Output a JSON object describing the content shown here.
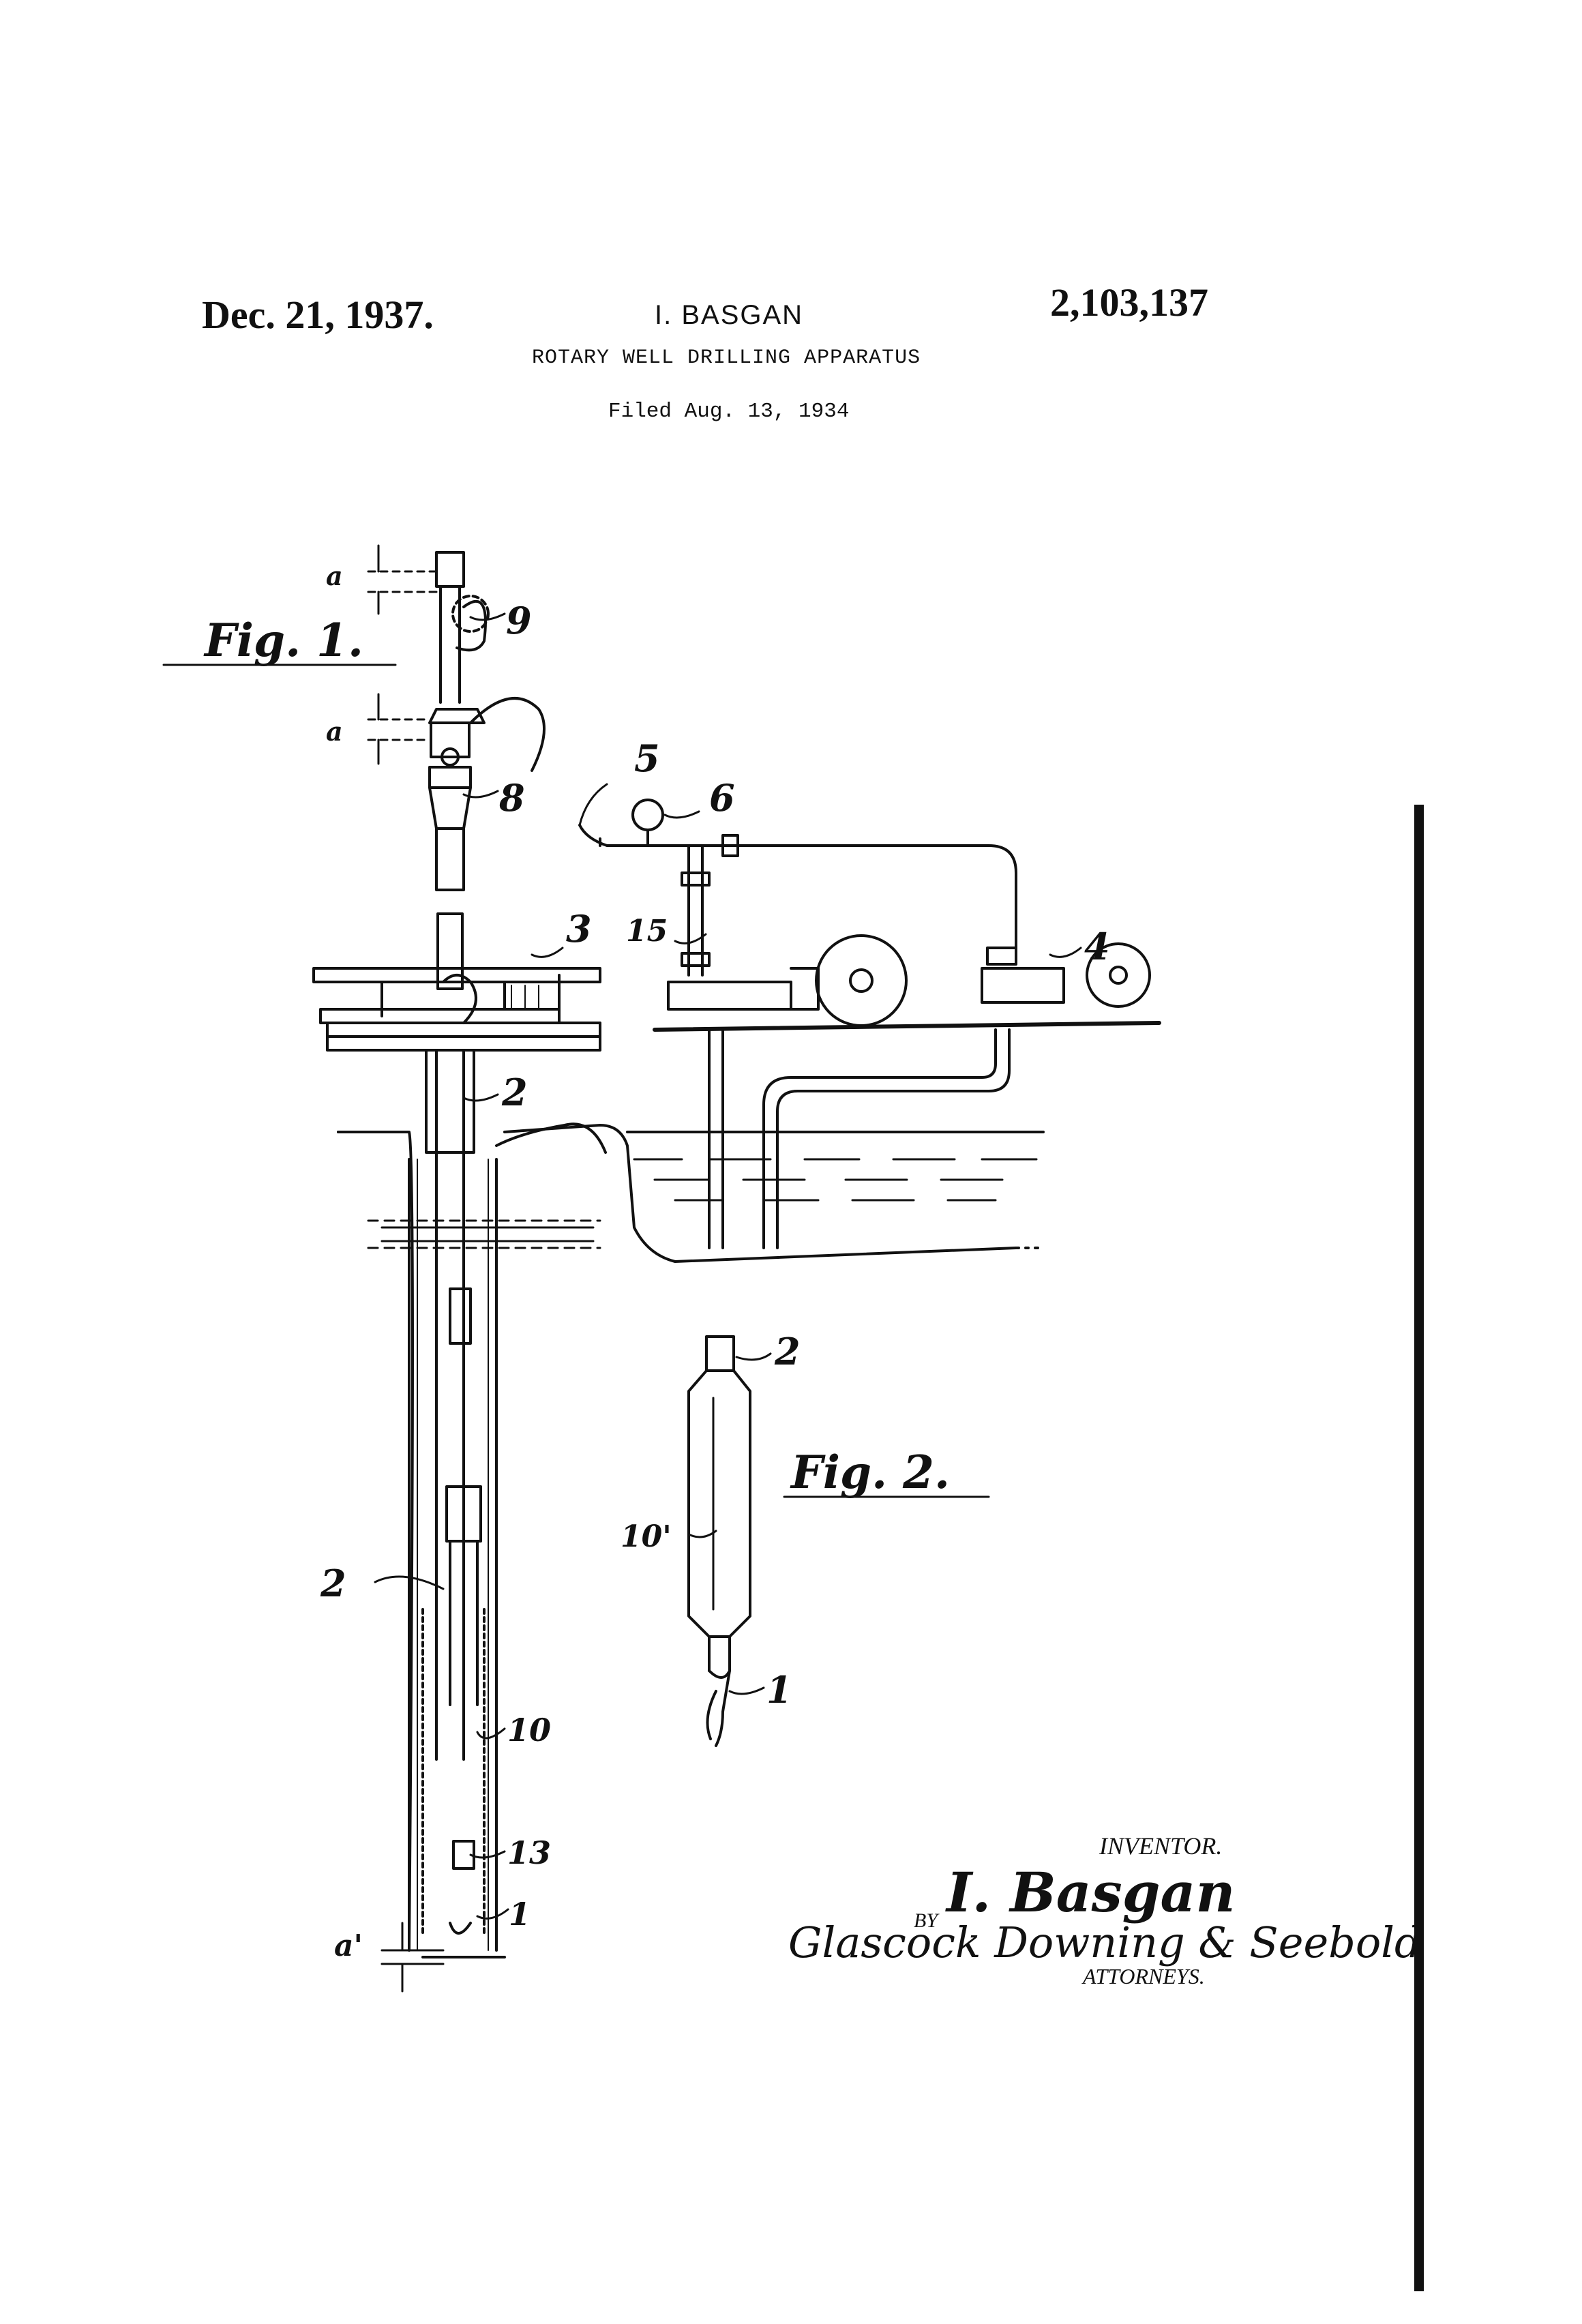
{
  "header": {
    "date": "Dec. 21, 1937.",
    "inventor": "I. BASGAN",
    "patent_number": "2,103,137",
    "title": "ROTARY WELL DRILLING APPARATUS",
    "filed": "Filed Aug. 13, 1934"
  },
  "figures": {
    "fig1_label": "Fig. 1.",
    "fig2_label": "Fig. 2."
  },
  "reference_labels": {
    "a_top": "a",
    "a_mid": "a",
    "a_bottom": "a'",
    "n9": "9",
    "n8": "8",
    "n3": "3",
    "n2_top": "2",
    "n2_left": "2",
    "n10": "10",
    "n13": "13",
    "n1_fig1": "1",
    "n5": "5",
    "n6": "6",
    "n15": "15",
    "n4": "4",
    "n2_fig2": "2",
    "n10prime": "10'",
    "n1_fig2": "1"
  },
  "signature": {
    "inventor_caption": "INVENTOR.",
    "inventor_name": "I. Basgan",
    "by": "BY",
    "firm": "Glascock Downing & Seebold",
    "attorneys": "ATTORNEYS."
  }
}
